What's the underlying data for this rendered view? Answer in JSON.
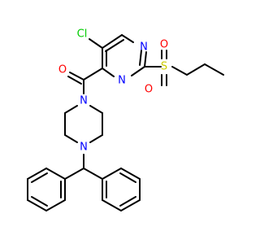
{
  "colors": {
    "bond": "#000000",
    "carbon": "#000000",
    "nitrogen": "#0000FF",
    "oxygen": "#FF0000",
    "sulfur": "#CCCC00",
    "chlorine": "#00CC00",
    "background": "#FFFFFF"
  },
  "atoms": {
    "cl": "Cl",
    "n_pyrimidine_top": "N",
    "n_pyrimidine_bottom": "N",
    "s": "S",
    "o_sulfonyl_top": "O",
    "o_sulfonyl_bottom": "O",
    "o_carbonyl": "O",
    "n_piperazine_top": "N",
    "n_piperazine_bottom": "N"
  }
}
